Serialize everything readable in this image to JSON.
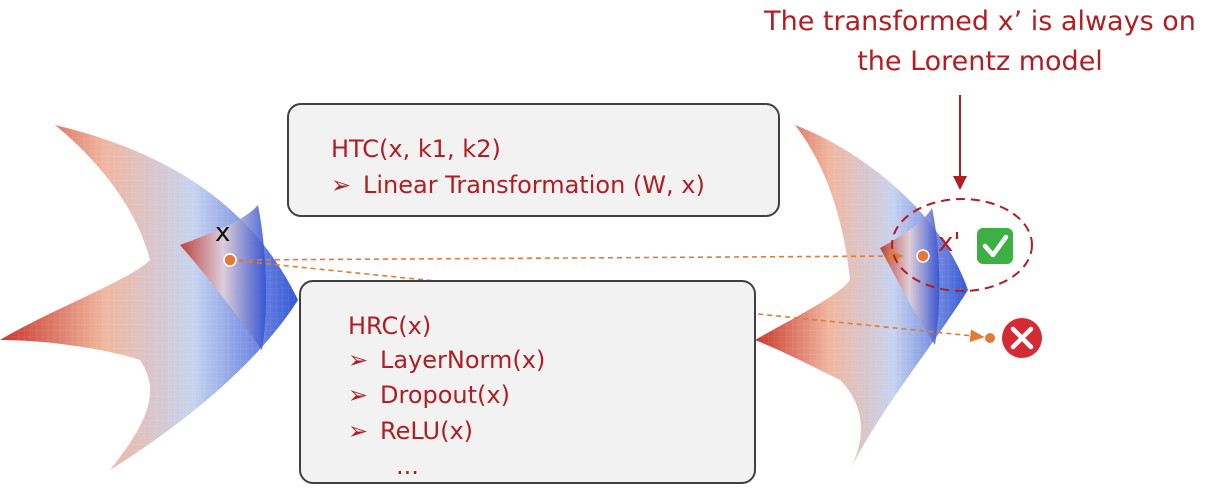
{
  "annotation": {
    "line1": "The transformed x’ is always on",
    "line2": "the Lorentz model"
  },
  "htc_box": {
    "title": "HTC(x, k1, k2)",
    "items": [
      "Linear Transformation (W, x)"
    ]
  },
  "hrc_box": {
    "title": "HRC(x)",
    "items": [
      "LayerNorm(x)",
      "Dropout(x)",
      "ReLU(x)"
    ],
    "ellipsis": "..."
  },
  "point_labels": {
    "input": "x",
    "output": "x'"
  },
  "colors": {
    "accent_red": "#b01e23",
    "arrow_orange": "#e07b39",
    "surface_red": "#c0392b",
    "surface_blue": "#3b5bdb",
    "check_green": "#3cb043"
  },
  "icons": {
    "valid": "check-mark-icon",
    "invalid": "cross-circle-icon"
  }
}
